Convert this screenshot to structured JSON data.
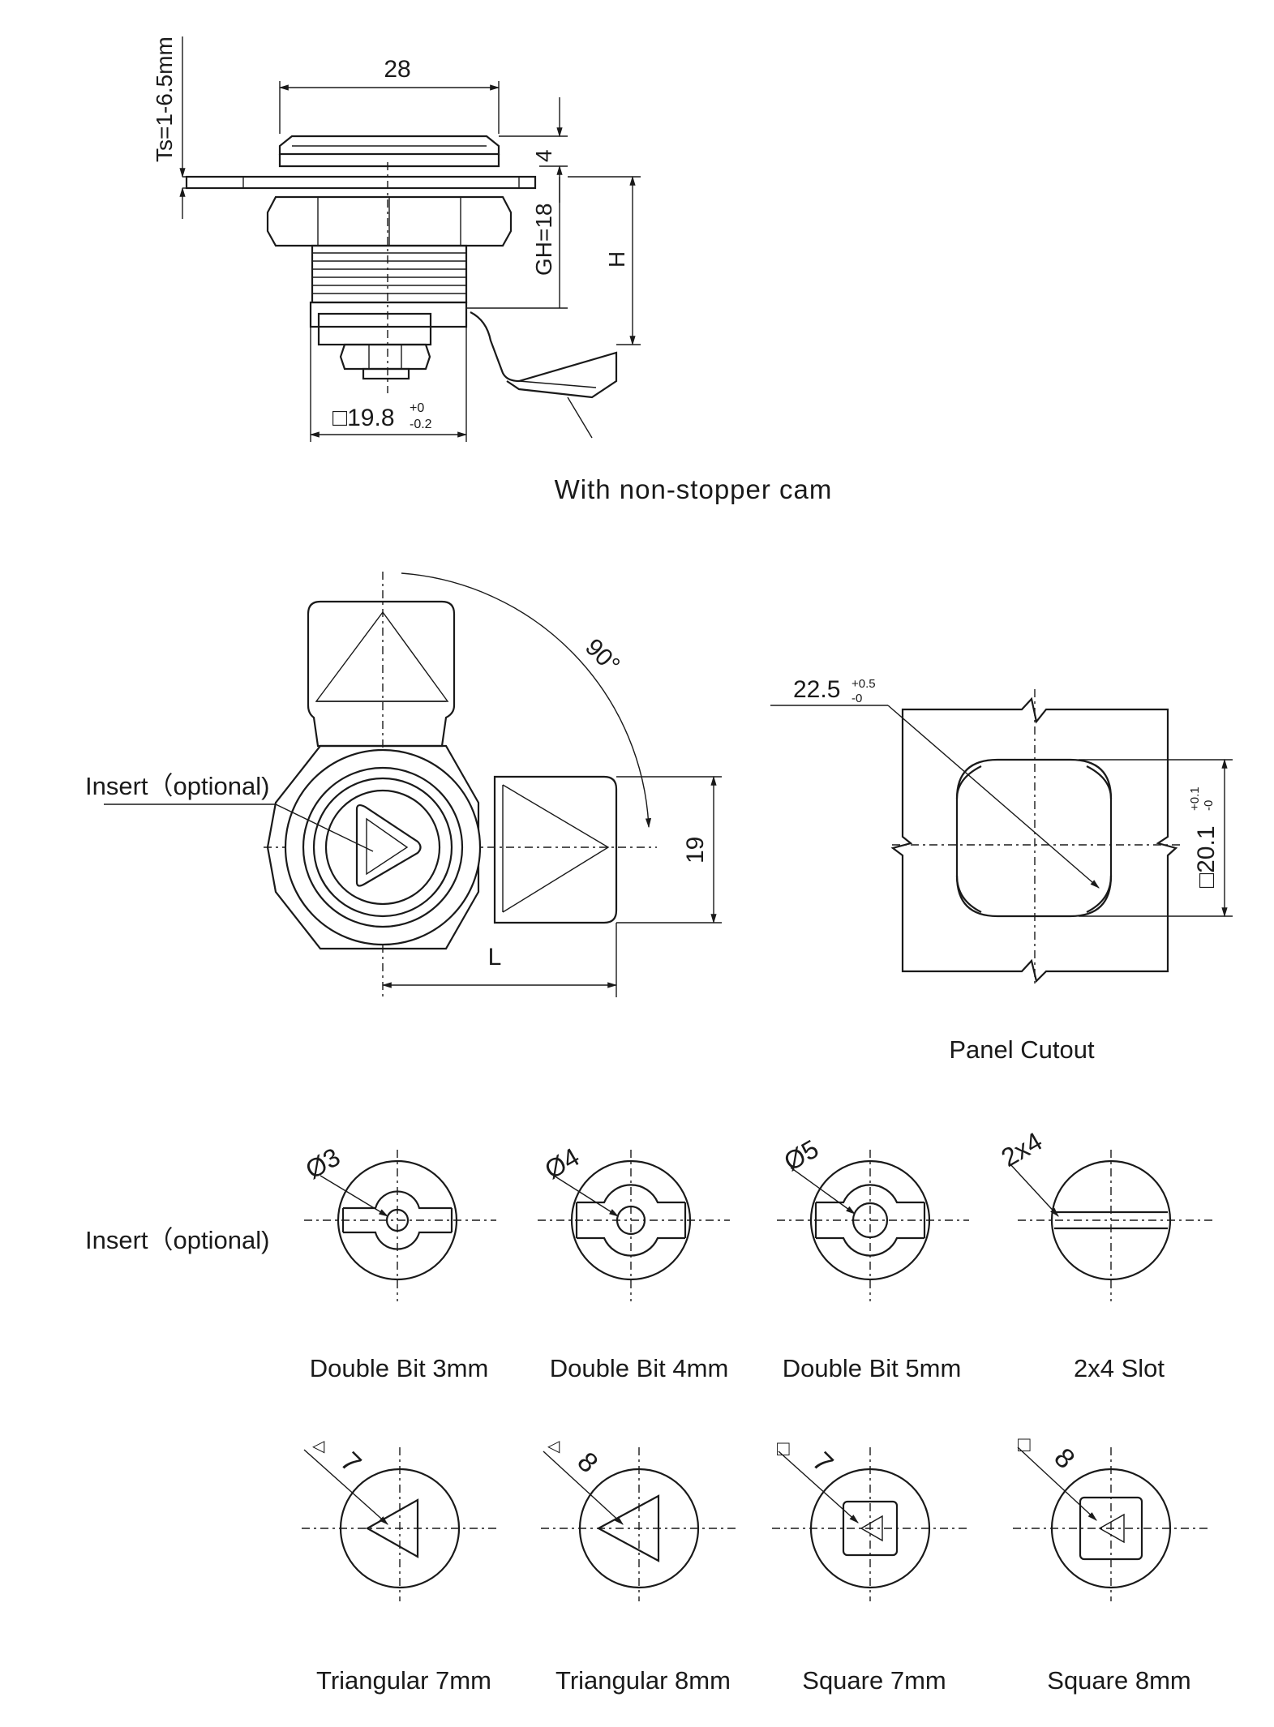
{
  "side_view": {
    "dim_top": "28",
    "dim_ts": "Ts=1-6.5mm",
    "dim_4": "4",
    "dim_gh": "GH=18",
    "dim_h": "H",
    "dim_square": "□19.8",
    "tol_upper": "+0",
    "tol_lower": "-0.2",
    "caption": "With non-stopper cam"
  },
  "front_view": {
    "angle": "90°",
    "insert_label": "Insert（optional)",
    "dim_19": "19",
    "dim_l": "L"
  },
  "cutout": {
    "dim_diag": "22.5",
    "diag_tol_upper": "+0.5",
    "diag_tol_lower": "-0",
    "dim_square": "□20.1",
    "square_tol_upper": "+0.1",
    "square_tol_lower": "-0",
    "caption": "Panel Cutout"
  },
  "inserts": {
    "row_label": "Insert（optional)",
    "items": [
      {
        "dim": "Ø3",
        "caption": "Double Bit 3mm"
      },
      {
        "dim": "Ø4",
        "caption": "Double Bit 4mm"
      },
      {
        "dim": "Ø5",
        "caption": "Double Bit 5mm"
      },
      {
        "dim": "2x4",
        "caption": "2x4 Slot"
      },
      {
        "dim_symbol": "◁",
        "dim": "7",
        "caption": "Triangular 7mm"
      },
      {
        "dim_symbol": "◁",
        "dim": "8",
        "caption": "Triangular 8mm"
      },
      {
        "dim_symbol": "□",
        "dim": "7",
        "caption": "Square 7mm"
      },
      {
        "dim_symbol": "□",
        "dim": "8",
        "caption": "Square 8mm"
      }
    ]
  }
}
